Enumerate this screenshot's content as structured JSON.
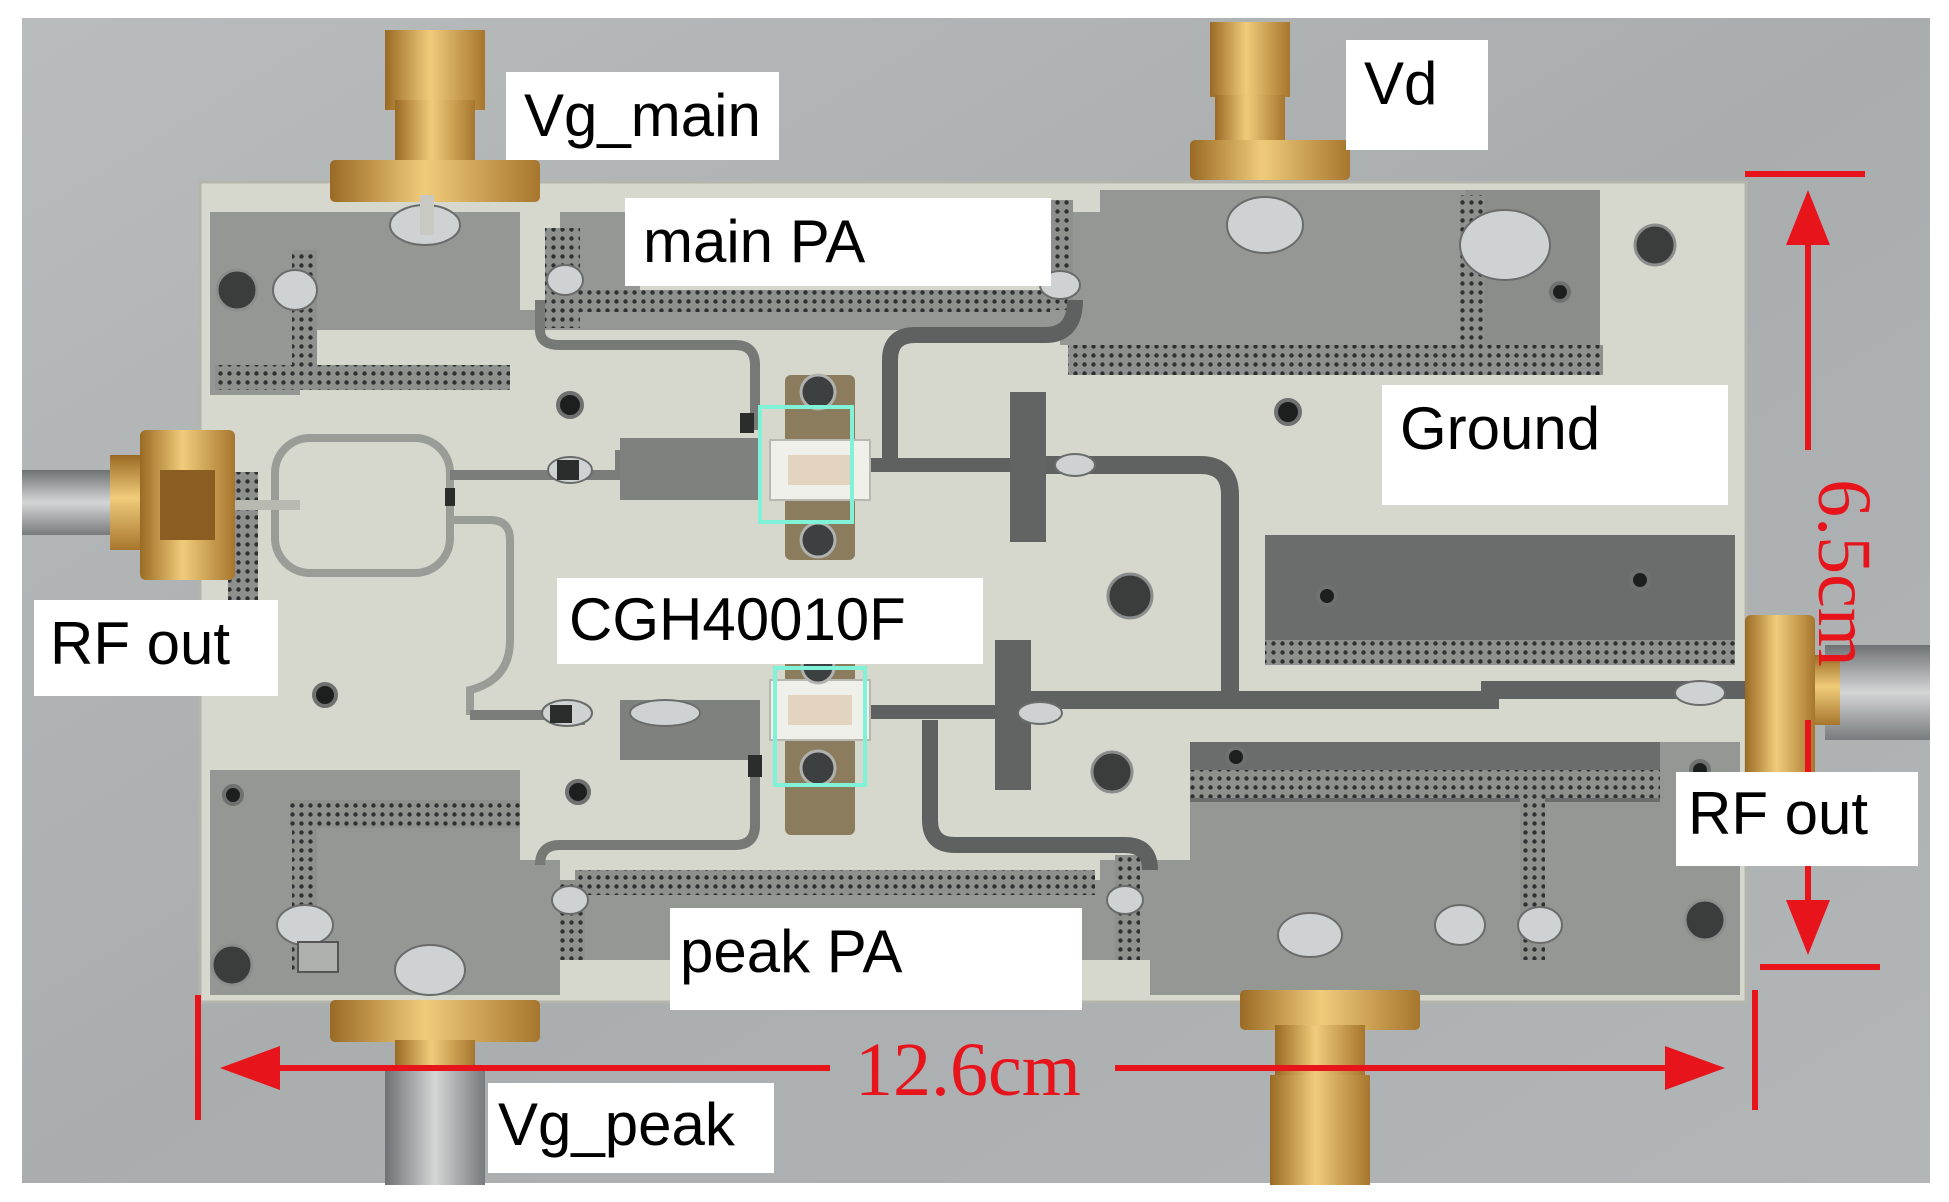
{
  "labels": {
    "vg_main": "Vg_main",
    "vd": "Vd",
    "main_pa": "main PA",
    "ground": "Ground",
    "rf_out_left": "RF out",
    "transistor": "CGH40010F",
    "rf_out_right": "RF out",
    "peak_pa": "peak PA",
    "vg_peak": "Vg_peak"
  },
  "dimensions": {
    "width": "12.6cm",
    "height": "6.5cm"
  },
  "colors": {
    "dimension_red": "#e8141b",
    "highlight_box": "#7ff2d8",
    "substrate": "#d2d3c9",
    "copper_ground": "#8d8f8c",
    "trace": "#6a6c6c",
    "sma_gold": "#c99a46"
  }
}
